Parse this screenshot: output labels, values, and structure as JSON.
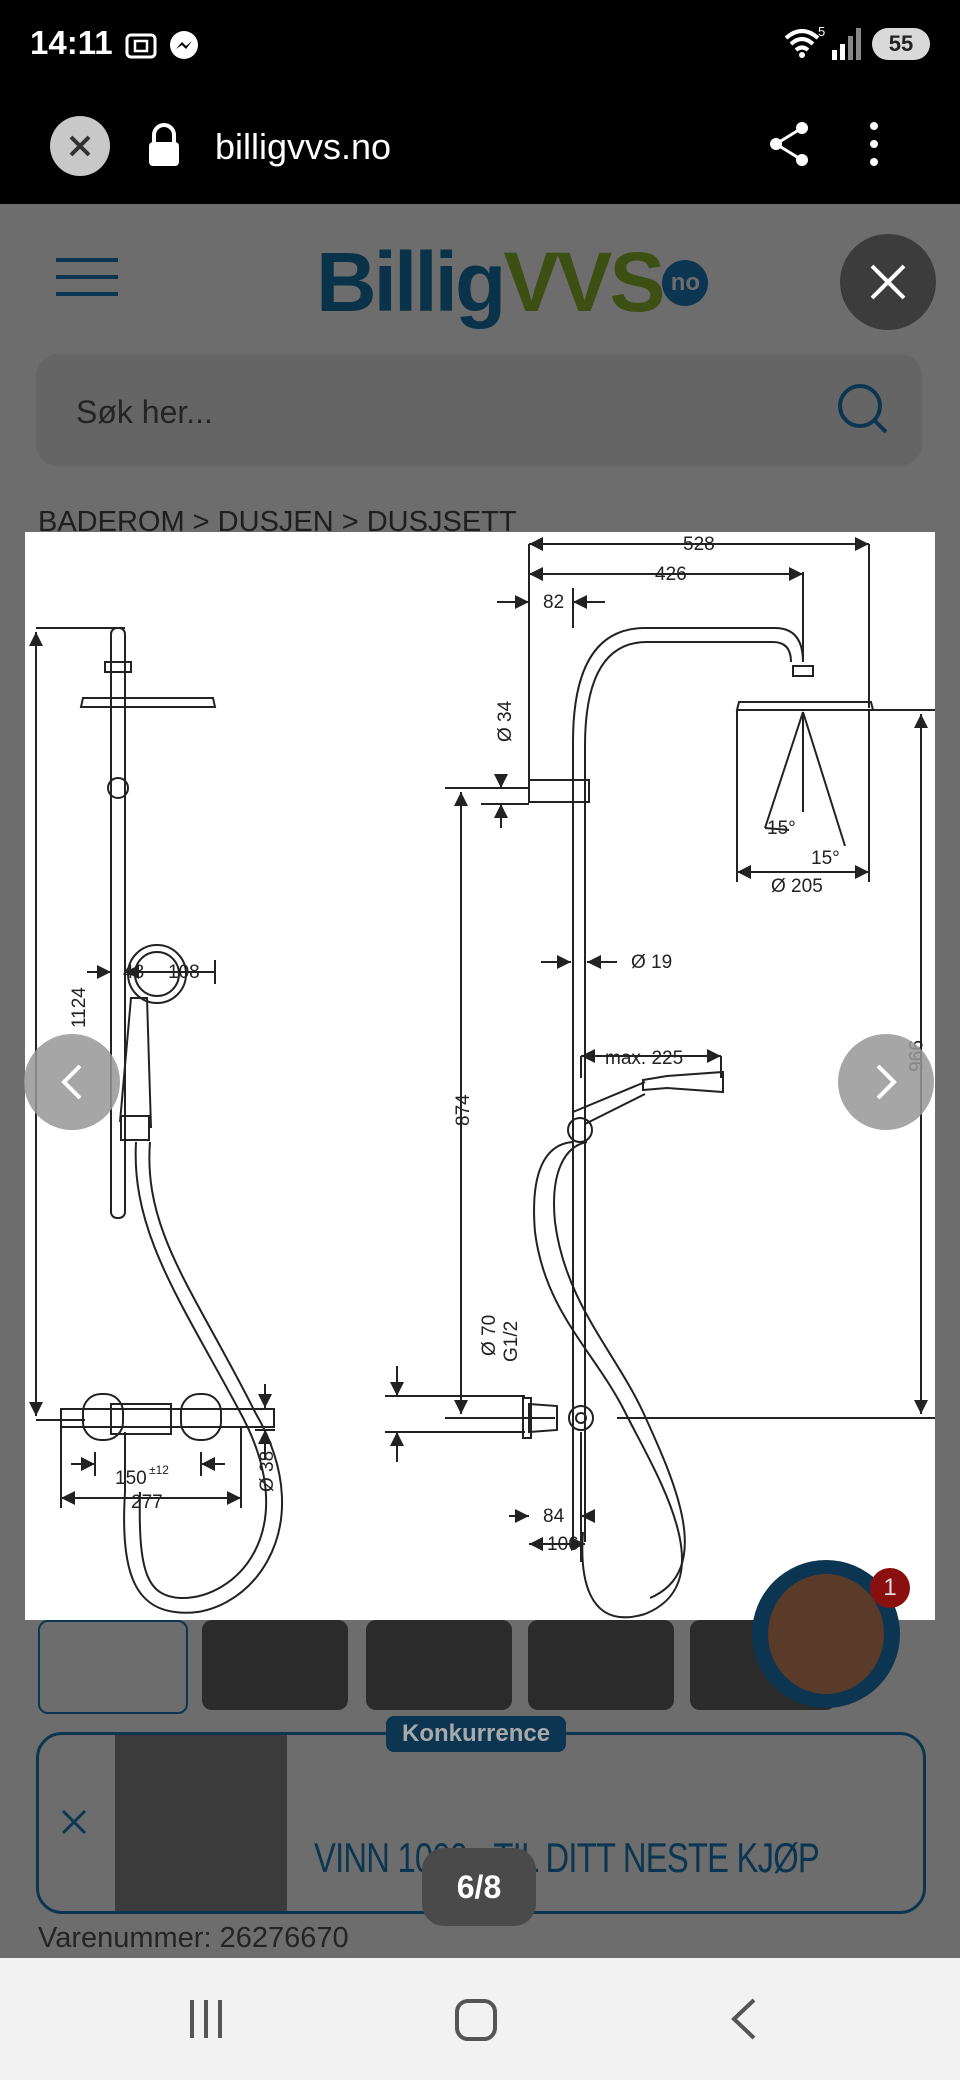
{
  "status_bar": {
    "time": "14:11",
    "battery": "55"
  },
  "browser": {
    "url": "billigvvs.no"
  },
  "site": {
    "logo_part1": "Billig",
    "logo_part2": "VVS",
    "logo_badge": "no",
    "search_placeholder": "Søk her...",
    "breadcrumb": "BADEROM  >  DUSJEN  >  DUSJSETT",
    "badge": "Konkurrence",
    "promo_text": "VINN 1000,- TIL DITT NESTE KJØP",
    "notification_count": "1",
    "sku": "Varenummer: 26276670"
  },
  "gallery": {
    "counter": "6/8"
  },
  "drawing_labels": {
    "l1124": "1124",
    "l48": "48",
    "l108": "108",
    "l150": "150",
    "l150sup": "±12",
    "l277": "277",
    "l38": "Ø 38",
    "l528": "528",
    "l426": "426",
    "l82": "82",
    "l34": "Ø 34",
    "l874": "874",
    "l19": "Ø 19",
    "l15a": "15°",
    "l15b": "15°",
    "l205": "Ø 205",
    "l996": "996",
    "lmax": "max. 225",
    "l70": "Ø 70",
    "lg12": "G1/2",
    "l84": "84",
    "l106": "106"
  },
  "icons": [
    "whatsapp-screenshot-icon",
    "messenger-icon",
    "wifi-icon",
    "signal-icon",
    "close-icon",
    "lock-icon",
    "share-icon",
    "more-vert-icon",
    "hamburger-icon",
    "cart-icon",
    "search-icon",
    "chevron-left-icon",
    "chevron-right-icon",
    "recents-icon",
    "home-icon",
    "back-icon"
  ]
}
